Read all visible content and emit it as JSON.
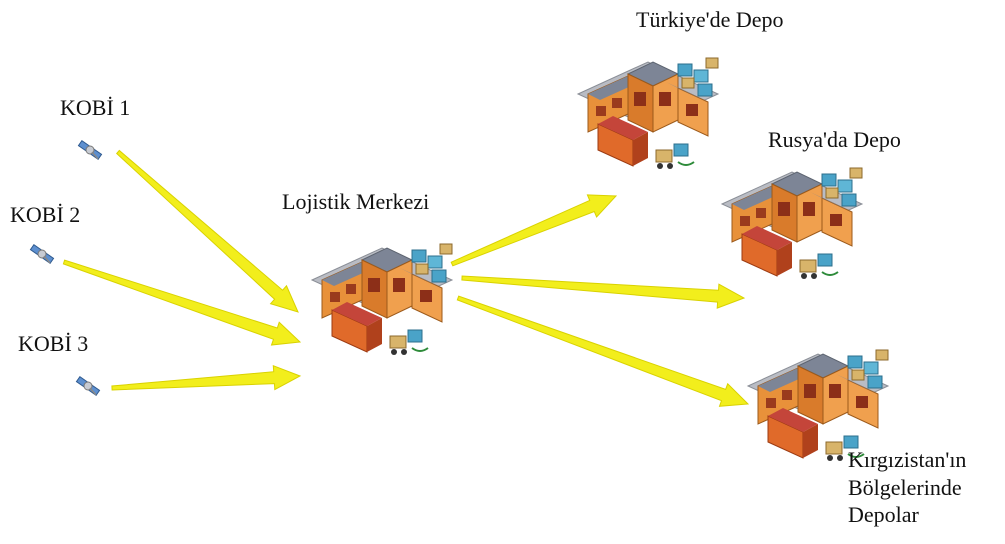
{
  "diagram": {
    "sources": [
      {
        "label": "KOBİ 1"
      },
      {
        "label": "KOBİ 2"
      },
      {
        "label": "KOBİ 3"
      }
    ],
    "hub": {
      "label": "Lojistik Merkezi"
    },
    "destinations": [
      {
        "label": "Türkiye'de Depo"
      },
      {
        "label": "Rusya'da Depo"
      },
      {
        "label_lines": [
          "Kırgızistan'ın",
          "Bölgelerinde",
          "Depolar"
        ]
      }
    ],
    "colors": {
      "arrow": "#f2ee1c",
      "arrow_edge": "#d9d200",
      "building_wall": "#e8913a",
      "building_roof": "#7d8596",
      "box": "#4aa3c8",
      "satellite": "#5d8fcf"
    },
    "icons": [
      "satellite-icon",
      "warehouse-icon"
    ]
  }
}
